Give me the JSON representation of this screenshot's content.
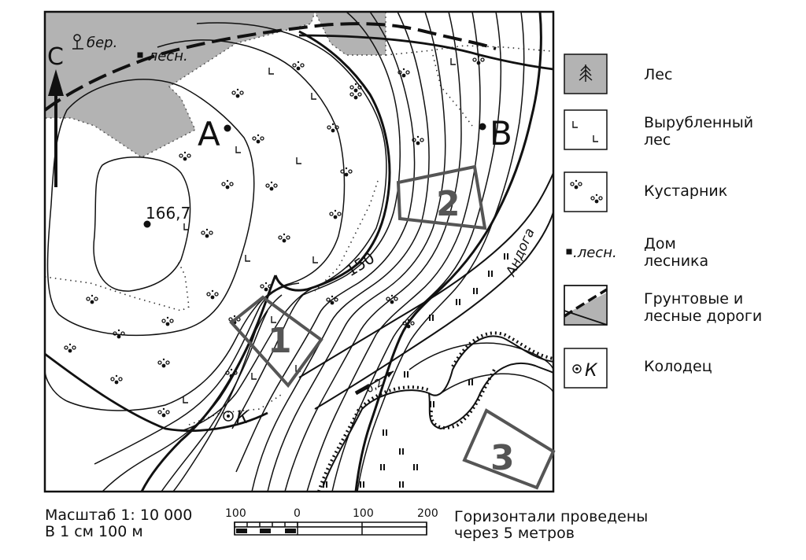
{
  "map": {
    "north_letter": "С",
    "birch_label": "бер.",
    "forester_label": ".лесн.",
    "point_a": "А",
    "point_b": "В",
    "spot_height": "166,7",
    "contour_label": "150",
    "river_name": "Андога",
    "current_speed": "0,2",
    "well_symbol": "К",
    "areas": [
      "1",
      "2",
      "3"
    ]
  },
  "legend": {
    "forest": "Лес",
    "cut_forest": [
      "Вырубленный",
      "лес"
    ],
    "shrub": "Кустарник",
    "forester_symbol": ".лесн.",
    "forester_house": [
      "Дом",
      "лесника"
    ],
    "roads": [
      "Грунтовые и",
      "лесные дороги"
    ],
    "well_symbol": "К",
    "well": "Колодец"
  },
  "footer": {
    "scale_line1": "Масштаб 1: 10 000",
    "scale_line2": "В 1 см 100 м",
    "scale_ticks": [
      "100",
      "0",
      "100",
      "200"
    ],
    "contour_line1": "Горизонтали проведены",
    "contour_line2": "через 5 метров"
  },
  "colors": {
    "forest_fill": "#b3b3b3",
    "ink": "#111111",
    "frame_gray": "#555555"
  }
}
